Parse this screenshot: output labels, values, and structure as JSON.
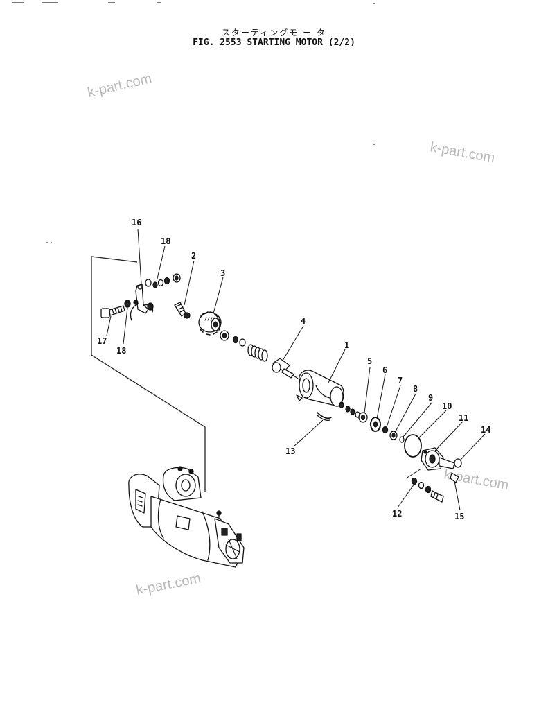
{
  "title_jp": "スターティングモ ー タ",
  "title_en": "FIG. 2553  STARTING MOTOR (2/2)",
  "watermark": "k-part.com",
  "callouts": [
    "1",
    "2",
    "3",
    "4",
    "5",
    "6",
    "7",
    "8",
    "9",
    "10",
    "11",
    "12",
    "13",
    "14",
    "15",
    "16",
    "17",
    "18",
    "18"
  ]
}
